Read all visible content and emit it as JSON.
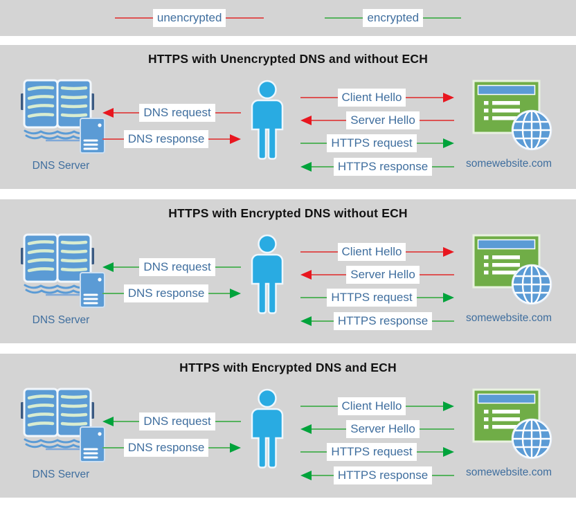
{
  "colors": {
    "panel_bg": "#d4d4d4",
    "red_line": "#dd5252",
    "red_arrowhead": "#e8161f",
    "green_line": "#55b25d",
    "green_arrowhead": "#00a33b",
    "label_text": "#3f6e9e",
    "title_text": "#121212",
    "icon_blue": "#5b9bd5",
    "icon_green": "#70ad47",
    "person_blue": "#29abe2"
  },
  "legend": {
    "items": [
      {
        "label": "unencrypted",
        "color": "red",
        "direction": "none"
      },
      {
        "label": "encrypted",
        "color": "green",
        "direction": "none"
      }
    ]
  },
  "panels": [
    {
      "title": "HTTPS with Unencrypted DNS and without ECH",
      "dns_server_label": "DNS Server",
      "website_label": "somewebsite.com",
      "arrows": {
        "dns_request": {
          "label": "DNS request",
          "color": "red",
          "direction": "left"
        },
        "dns_response": {
          "label": "DNS response",
          "color": "red",
          "direction": "right"
        },
        "client_hello": {
          "label": "Client Hello",
          "color": "red",
          "direction": "right"
        },
        "server_hello": {
          "label": "Server Hello",
          "color": "red",
          "direction": "left"
        },
        "https_request": {
          "label": "HTTPS request",
          "color": "green",
          "direction": "right"
        },
        "https_response": {
          "label": "HTTPS response",
          "color": "green",
          "direction": "left"
        }
      }
    },
    {
      "title": "HTTPS with Encrypted DNS without ECH",
      "dns_server_label": "DNS Server",
      "website_label": "somewebsite.com",
      "arrows": {
        "dns_request": {
          "label": "DNS request",
          "color": "green",
          "direction": "left"
        },
        "dns_response": {
          "label": "DNS response",
          "color": "green",
          "direction": "right"
        },
        "client_hello": {
          "label": "Client Hello",
          "color": "red",
          "direction": "right"
        },
        "server_hello": {
          "label": "Server Hello",
          "color": "red",
          "direction": "left"
        },
        "https_request": {
          "label": "HTTPS request",
          "color": "green",
          "direction": "right"
        },
        "https_response": {
          "label": "HTTPS response",
          "color": "green",
          "direction": "left"
        }
      }
    },
    {
      "title": "HTTPS with Encrypted DNS and ECH",
      "dns_server_label": "DNS Server",
      "website_label": "somewebsite.com",
      "arrows": {
        "dns_request": {
          "label": "DNS request",
          "color": "green",
          "direction": "left"
        },
        "dns_response": {
          "label": "DNS response",
          "color": "green",
          "direction": "right"
        },
        "client_hello": {
          "label": "Client Hello",
          "color": "green",
          "direction": "right"
        },
        "server_hello": {
          "label": "Server Hello",
          "color": "green",
          "direction": "left"
        },
        "https_request": {
          "label": "HTTPS request",
          "color": "green",
          "direction": "right"
        },
        "https_response": {
          "label": "HTTPS response",
          "color": "green",
          "direction": "left"
        }
      }
    }
  ]
}
